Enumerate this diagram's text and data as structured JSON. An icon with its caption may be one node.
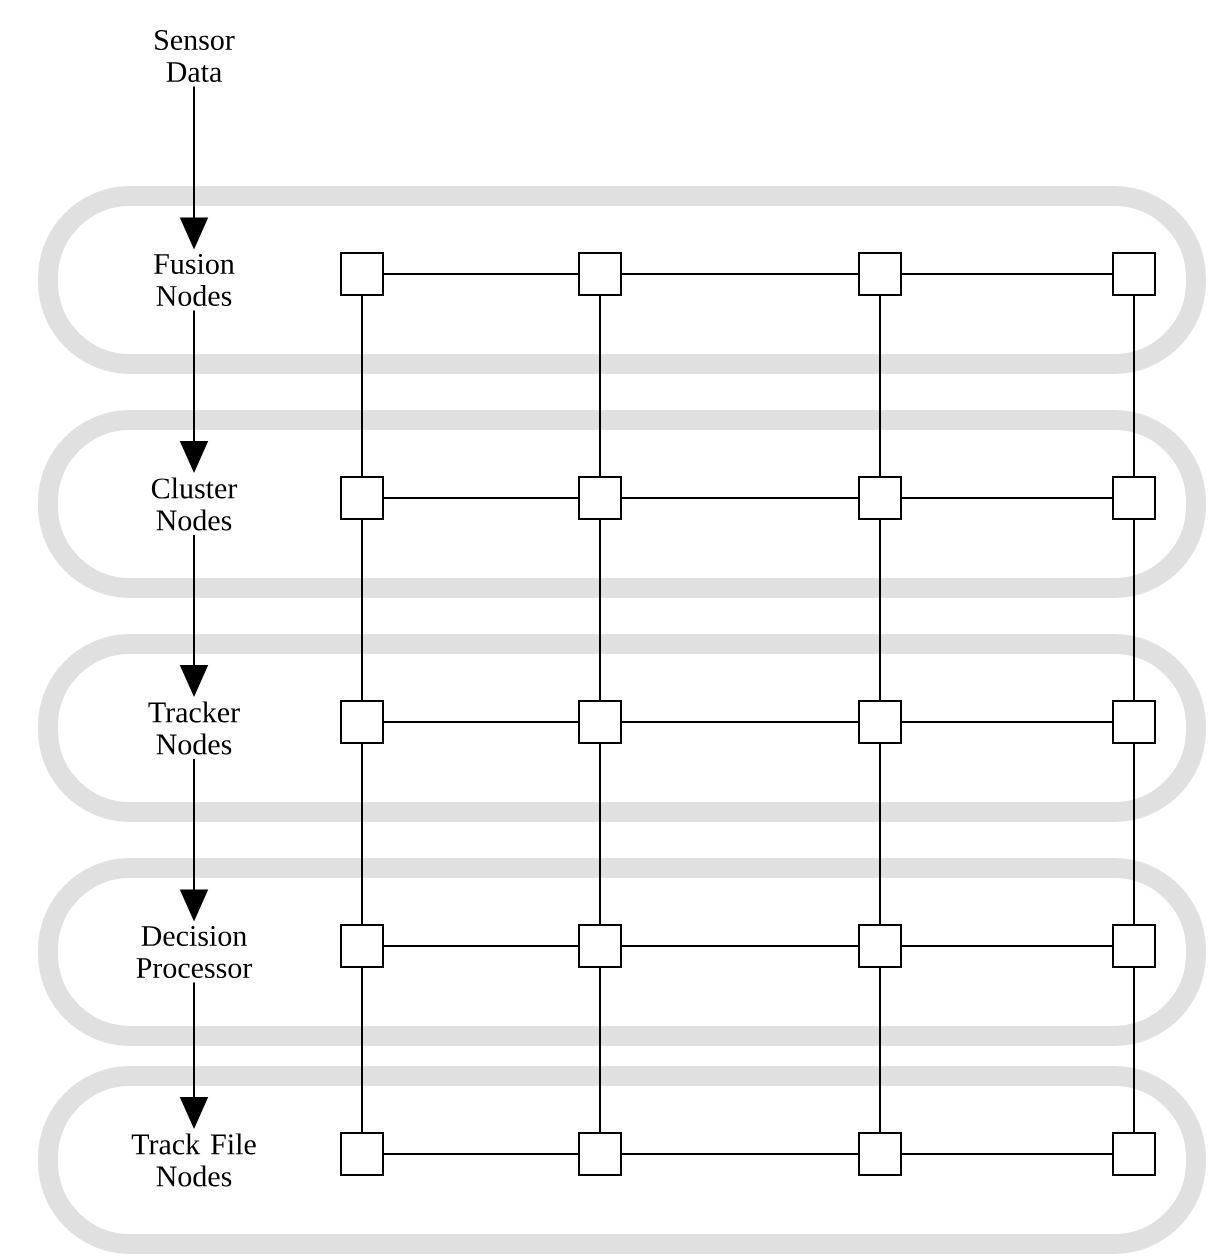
{
  "diagram": {
    "nodes": [
      {
        "text": [
          "Sensor Data"
        ]
      },
      {
        "text": [
          "Fusion Nodes"
        ]
      },
      {
        "text": [
          "Cluster Nodes"
        ]
      },
      {
        "text": [
          "Tracker Nodes"
        ]
      },
      {
        "text": [
          "Decision Processor"
        ]
      },
      {
        "text": [
          "Track File Nodes"
        ]
      },
      {
        "text": [],
        "shape": "box",
        "in": 1
      },
      {
        "text": [],
        "shape": "box",
        "in": 1
      },
      {
        "text": [],
        "shape": "box",
        "in": 1
      },
      {
        "text": [],
        "shape": "box",
        "in": 1
      },
      {
        "text": [],
        "shape": "box",
        "in": 2
      },
      {
        "text": [],
        "shape": "box",
        "in": 2
      },
      {
        "text": [],
        "shape": "box",
        "in": 2
      },
      {
        "text": [],
        "shape": "box",
        "in": 2
      },
      {
        "text": [],
        "shape": "box",
        "in": 3
      },
      {
        "text": [],
        "shape": "box",
        "in": 3
      },
      {
        "text": [],
        "shape": "box",
        "in": 3
      },
      {
        "text": [],
        "shape": "box",
        "in": 3
      },
      {
        "text": [],
        "shape": "box",
        "in": 4
      },
      {
        "text": [],
        "shape": "box",
        "in": 4
      },
      {
        "text": [],
        "shape": "box",
        "in": 4
      },
      {
        "text": [],
        "shape": "box",
        "in": 4
      },
      {
        "text": [],
        "shape": "box",
        "in": 5
      },
      {
        "text": [],
        "shape": "box",
        "in": 5
      },
      {
        "text": [],
        "shape": "box",
        "in": 5
      },
      {
        "text": [],
        "shape": "box",
        "in": 5
      }
    ],
    "edges": [
      {
        "from": 0,
        "to": 1,
        "arrow": "to"
      },
      {
        "from": 1,
        "to": 2,
        "arrow": "to"
      },
      {
        "from": 2,
        "to": 3,
        "arrow": "to"
      },
      {
        "from": 3,
        "to": 4,
        "arrow": "to"
      },
      {
        "from": 4,
        "to": 5,
        "arrow": "to"
      },
      {
        "from": 6,
        "to": 7,
        "arrow": "none"
      },
      {
        "from": 7,
        "to": 8,
        "arrow": "none"
      },
      {
        "from": 8,
        "to": 9,
        "arrow": "none"
      },
      {
        "from": 10,
        "to": 11,
        "arrow": "none"
      },
      {
        "from": 11,
        "to": 12,
        "arrow": "none"
      },
      {
        "from": 12,
        "to": 13,
        "arrow": "none"
      },
      {
        "from": 14,
        "to": 15,
        "arrow": "none"
      },
      {
        "from": 15,
        "to": 16,
        "arrow": "none"
      },
      {
        "from": 16,
        "to": 17,
        "arrow": "none"
      },
      {
        "from": 18,
        "to": 19,
        "arrow": "none"
      },
      {
        "from": 19,
        "to": 20,
        "arrow": "none"
      },
      {
        "from": 20,
        "to": 21,
        "arrow": "none"
      },
      {
        "from": 22,
        "to": 23,
        "arrow": "none"
      },
      {
        "from": 23,
        "to": 24,
        "arrow": "none"
      },
      {
        "from": 24,
        "to": 25,
        "arrow": "none"
      },
      {
        "from": 6,
        "to": 10,
        "arrow": "none"
      },
      {
        "from": 10,
        "to": 14,
        "arrow": "none"
      },
      {
        "from": 14,
        "to": 18,
        "arrow": "none"
      },
      {
        "from": 18,
        "to": 22,
        "arrow": "none"
      },
      {
        "from": 7,
        "to": 11,
        "arrow": "none"
      },
      {
        "from": 11,
        "to": 15,
        "arrow": "none"
      },
      {
        "from": 15,
        "to": 19,
        "arrow": "none"
      },
      {
        "from": 19,
        "to": 23,
        "arrow": "none"
      },
      {
        "from": 8,
        "to": 12,
        "arrow": "none"
      },
      {
        "from": 12,
        "to": 16,
        "arrow": "none"
      },
      {
        "from": 16,
        "to": 20,
        "arrow": "none"
      },
      {
        "from": 20,
        "to": 24,
        "arrow": "none"
      },
      {
        "from": 9,
        "to": 13,
        "arrow": "none"
      },
      {
        "from": 13,
        "to": 17,
        "arrow": "none"
      },
      {
        "from": 17,
        "to": 21,
        "arrow": "none"
      },
      {
        "from": 21,
        "to": 25,
        "arrow": "none"
      }
    ]
  }
}
